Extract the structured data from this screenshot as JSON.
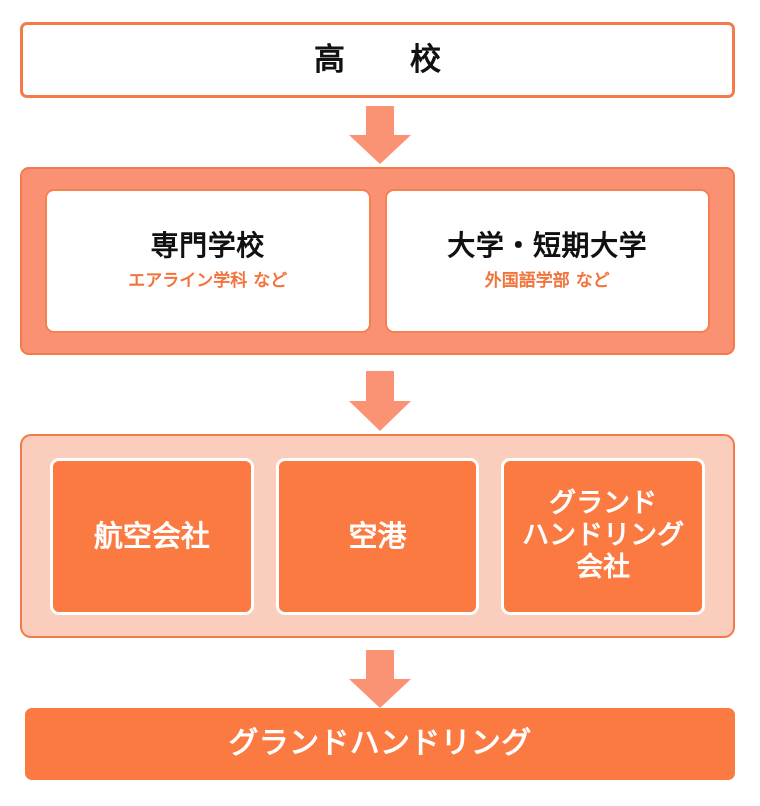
{
  "diagram": {
    "type": "flowchart",
    "orientation": "top-to-bottom",
    "colors": {
      "outline_orange": "#f4794b",
      "band_salmon": "#fb9173",
      "band_pink": "#fbcdbd",
      "fill_orange": "#fb7a42",
      "arrow_salmon": "#fa9274",
      "subtitle_orange": "#f2743c",
      "text_dark": "#111111",
      "text_white": "#ffffff",
      "background": "#ffffff"
    },
    "tier1": {
      "label": "高　校"
    },
    "arrow1": {
      "icon": "down-arrow-icon"
    },
    "tier2": {
      "cards": [
        {
          "title": "専門学校",
          "subtitle": "エアライン学科 など"
        },
        {
          "title": "大学・短期大学",
          "subtitle": "外国語学部 など"
        }
      ]
    },
    "arrow2": {
      "icon": "down-arrow-icon"
    },
    "tier3": {
      "cards": [
        {
          "title": "航空会社"
        },
        {
          "title": "空港"
        },
        {
          "title": "グランド\nハンドリング\n会社"
        }
      ]
    },
    "arrow3": {
      "icon": "down-arrow-icon"
    },
    "tier4": {
      "label": "グランドハンドリング"
    }
  }
}
